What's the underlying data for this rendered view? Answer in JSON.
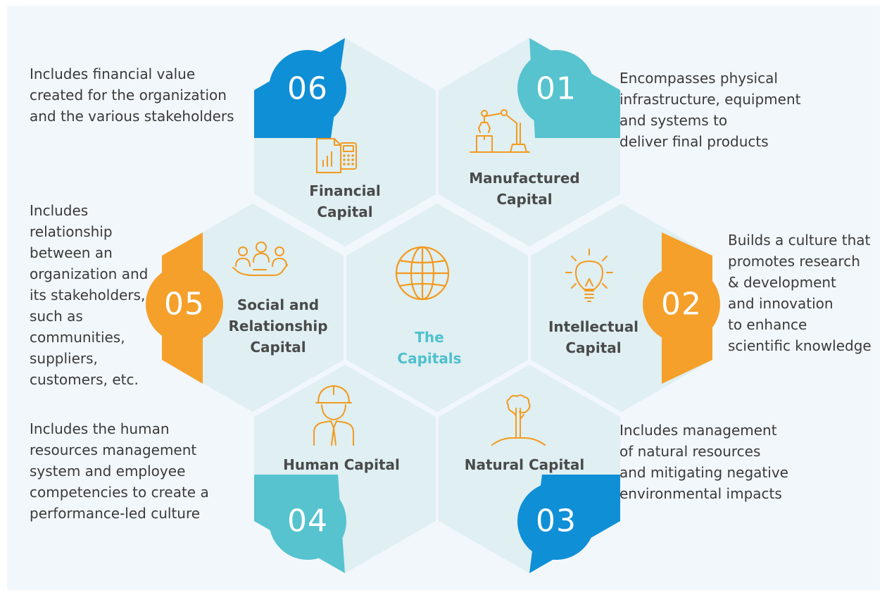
{
  "center": {
    "line1": "The",
    "line2": "Capitals",
    "icon": "globe-icon"
  },
  "colors": {
    "hex_fill": "#dfeff2",
    "teal": "#56c3cf",
    "blue": "#0f8fd6",
    "orange": "#f5a02a",
    "icon_orange": "#f39a1f",
    "text": "#3a3a3a",
    "title": "#4a4a4a",
    "center_title": "#4fc1cd",
    "background": "#f2f7fb"
  },
  "capitals": {
    "c01": {
      "number": "01",
      "title_line1": "Manufactured",
      "title_line2": "Capital",
      "icon": "robotic-arm-icon",
      "desc": [
        "Encompasses physical",
        "infrastructure, equipment",
        "and systems to",
        "deliver final products"
      ]
    },
    "c02": {
      "number": "02",
      "title_line1": "Intellectual",
      "title_line2": "Capital",
      "icon": "lightbulb-icon",
      "desc": [
        "Builds a culture that",
        "promotes research",
        "& development",
        "and innovation",
        "to enhance",
        "scientific knowledge"
      ]
    },
    "c03": {
      "number": "03",
      "title_line1": "Natural Capital",
      "icon": "tree-icon",
      "desc": [
        "Includes management",
        "of natural resources",
        "and mitigating negative",
        "environmental impacts"
      ]
    },
    "c04": {
      "number": "04",
      "title_line1": "Human Capital",
      "icon": "engineer-icon",
      "desc": [
        "Includes the human",
        "resources management",
        "system and employee",
        "competencies to create a",
        "performance-led culture"
      ]
    },
    "c05": {
      "number": "05",
      "title_line1": "Social and",
      "title_line2": "Relationship",
      "title_line3": "Capital",
      "icon": "people-hand-icon",
      "desc": [
        "Includes relationship",
        "between an",
        "organization and",
        "its stakeholders,",
        "such as",
        "communities,",
        "suppliers,",
        "customers, etc."
      ]
    },
    "c06": {
      "number": "06",
      "title_line1": "Financial",
      "title_line2": "Capital",
      "icon": "financial-document-icon",
      "desc": [
        "Includes financial value",
        "created for the organization",
        "and the various stakeholders"
      ]
    }
  }
}
